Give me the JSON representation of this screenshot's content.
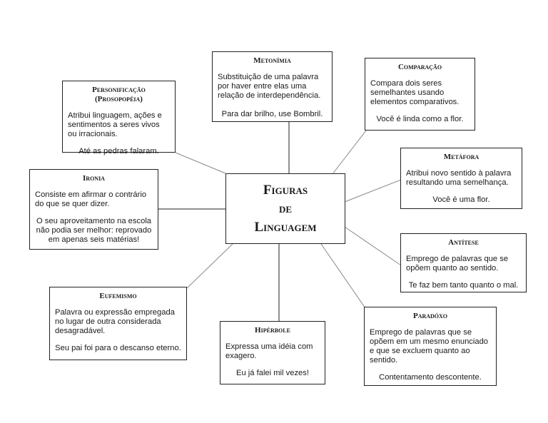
{
  "center": {
    "line1": "Figuras",
    "line2": "de",
    "line3": "Linguagem"
  },
  "nodes": {
    "metonimia": {
      "title": "Metonímia",
      "desc": "Substituição de uma palavra por haver entre elas uma relação de interdependência.",
      "example": "Para dar brilho, use Bombril."
    },
    "comparacao": {
      "title": "Comparação",
      "desc": "Compara dois seres semelhantes usando elementos comparativos.",
      "example": "Você é linda como a flor."
    },
    "personificacao": {
      "title": "Personificação (Prosopopéia)",
      "desc": "Atribui linguagem, ações e sentimentos a seres vivos ou irracionais.",
      "example": "Até as pedras falaram."
    },
    "metafora": {
      "title": "Metáfora",
      "desc": "Atribui novo sentido à palavra resultando uma semelhança.",
      "example": "Você é uma flor."
    },
    "ironia": {
      "title": "Ironia",
      "desc": "Consiste em afirmar o contrário do que se quer dizer.",
      "example": "O seu aproveitamento na escola não podia ser melhor: reprovado em apenas seis matérias!"
    },
    "antitese": {
      "title": "Antítese",
      "desc": "Emprego de palavras que se opõem quanto ao sentido.",
      "example": "Te faz bem tanto quanto o mal."
    },
    "eufemismo": {
      "title": "Eufemismo",
      "desc": "Palavra ou expressão empregada no lugar de outra considerada desagradável.",
      "example": "Seu pai foi para o descanso eterno."
    },
    "hiperbole": {
      "title": "Hipérbole",
      "desc": "Expressa uma idéia com exagero.",
      "example": "Eu já falei mil vezes!"
    },
    "paradoxo": {
      "title": "Paradóxo",
      "desc": "Emprego de palavras que se opõem em um mesmo enunciado e que se excluem quanto ao sentido.",
      "example": "Contentamento descontente."
    }
  }
}
